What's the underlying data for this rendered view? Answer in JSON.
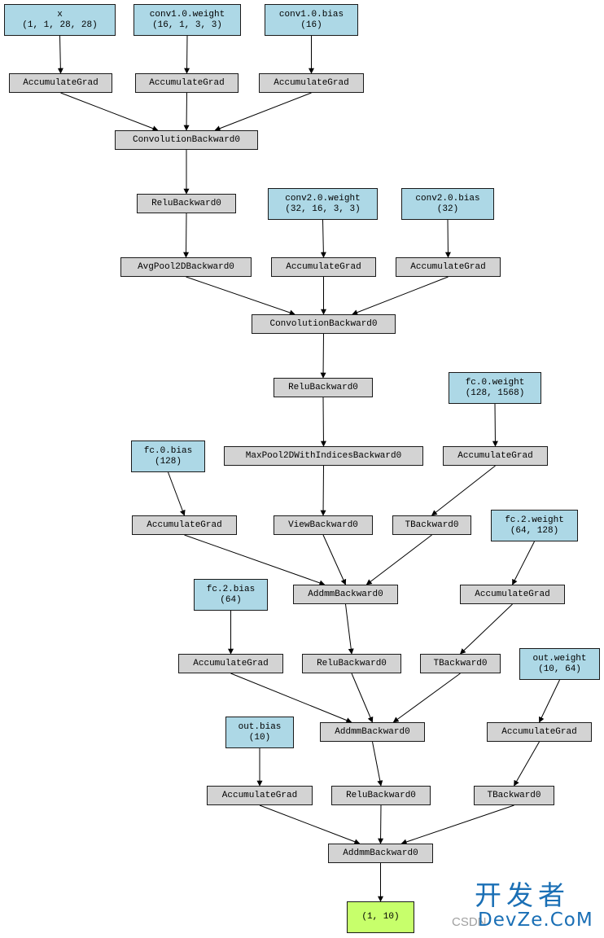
{
  "nodes": {
    "x": {
      "line1": "x",
      "line2": "(1, 1, 28, 28)"
    },
    "conv1_w": {
      "line1": "conv1.0.weight",
      "line2": "(16, 1, 3, 3)"
    },
    "conv1_b": {
      "line1": "conv1.0.bias",
      "line2": "(16)"
    },
    "acc_x": {
      "line1": "AccumulateGrad"
    },
    "acc_c1w": {
      "line1": "AccumulateGrad"
    },
    "acc_c1b": {
      "line1": "AccumulateGrad"
    },
    "conv1": {
      "line1": "ConvolutionBackward0"
    },
    "relu1": {
      "line1": "ReluBackward0"
    },
    "conv2_w": {
      "line1": "conv2.0.weight",
      "line2": "(32, 16, 3, 3)"
    },
    "conv2_b": {
      "line1": "conv2.0.bias",
      "line2": "(32)"
    },
    "avgpool": {
      "line1": "AvgPool2DBackward0"
    },
    "acc_c2w": {
      "line1": "AccumulateGrad"
    },
    "acc_c2b": {
      "line1": "AccumulateGrad"
    },
    "conv2": {
      "line1": "ConvolutionBackward0"
    },
    "relu2": {
      "line1": "ReluBackward0"
    },
    "fc0_w": {
      "line1": "fc.0.weight",
      "line2": "(128, 1568)"
    },
    "maxpool": {
      "line1": "MaxPool2DWithIndicesBackward0"
    },
    "acc_fc0w": {
      "line1": "AccumulateGrad"
    },
    "fc0_b": {
      "line1": "fc.0.bias",
      "line2": "(128)"
    },
    "acc_fc0b": {
      "line1": "AccumulateGrad"
    },
    "view": {
      "line1": "ViewBackward0"
    },
    "t1": {
      "line1": "TBackward0"
    },
    "fc2_w": {
      "line1": "fc.2.weight",
      "line2": "(64, 128)"
    },
    "fc2_b": {
      "line1": "fc.2.bias",
      "line2": "(64)"
    },
    "addmm1": {
      "line1": "AddmmBackward0"
    },
    "acc_fc2w": {
      "line1": "AccumulateGrad"
    },
    "acc_fc2b": {
      "line1": "AccumulateGrad"
    },
    "relu3": {
      "line1": "ReluBackward0"
    },
    "t2": {
      "line1": "TBackward0"
    },
    "out_w": {
      "line1": "out.weight",
      "line2": "(10, 64)"
    },
    "out_b": {
      "line1": "out.bias",
      "line2": "(10)"
    },
    "addmm2": {
      "line1": "AddmmBackward0"
    },
    "acc_outw": {
      "line1": "AccumulateGrad"
    },
    "acc_outb": {
      "line1": "AccumulateGrad"
    },
    "relu4": {
      "line1": "ReluBackward0"
    },
    "t3": {
      "line1": "TBackward0"
    },
    "addmm3": {
      "line1": "AddmmBackward0"
    },
    "output": {
      "line1": "(1, 10)"
    }
  },
  "edges": [
    [
      "x",
      "acc_x"
    ],
    [
      "conv1_w",
      "acc_c1w"
    ],
    [
      "conv1_b",
      "acc_c1b"
    ],
    [
      "acc_x",
      "conv1"
    ],
    [
      "acc_c1w",
      "conv1"
    ],
    [
      "acc_c1b",
      "conv1"
    ],
    [
      "conv1",
      "relu1"
    ],
    [
      "relu1",
      "avgpool"
    ],
    [
      "conv2_w",
      "acc_c2w"
    ],
    [
      "conv2_b",
      "acc_c2b"
    ],
    [
      "avgpool",
      "conv2"
    ],
    [
      "acc_c2w",
      "conv2"
    ],
    [
      "acc_c2b",
      "conv2"
    ],
    [
      "conv2",
      "relu2"
    ],
    [
      "relu2",
      "maxpool"
    ],
    [
      "maxpool",
      "view"
    ],
    [
      "fc0_w",
      "acc_fc0w"
    ],
    [
      "acc_fc0w",
      "t1"
    ],
    [
      "fc0_b",
      "acc_fc0b"
    ],
    [
      "acc_fc0b",
      "addmm1"
    ],
    [
      "view",
      "addmm1"
    ],
    [
      "t1",
      "addmm1"
    ],
    [
      "fc2_w",
      "acc_fc2w"
    ],
    [
      "acc_fc2w",
      "t2"
    ],
    [
      "fc2_b",
      "acc_fc2b"
    ],
    [
      "addmm1",
      "relu3"
    ],
    [
      "acc_fc2b",
      "addmm2"
    ],
    [
      "relu3",
      "addmm2"
    ],
    [
      "t2",
      "addmm2"
    ],
    [
      "out_w",
      "acc_outw"
    ],
    [
      "acc_outw",
      "t3"
    ],
    [
      "out_b",
      "acc_outb"
    ],
    [
      "addmm2",
      "relu4"
    ],
    [
      "acc_outb",
      "addmm3"
    ],
    [
      "relu4",
      "addmm3"
    ],
    [
      "t3",
      "addmm3"
    ],
    [
      "addmm3",
      "output"
    ]
  ],
  "colors": {
    "op": "#d3d3d3",
    "param": "#add8e6",
    "output": "#c7ff6b",
    "edge": "#000000"
  },
  "watermark": {
    "chinese": "开发者",
    "csdn": "CSDN",
    "site": "DevZe.CoM"
  }
}
